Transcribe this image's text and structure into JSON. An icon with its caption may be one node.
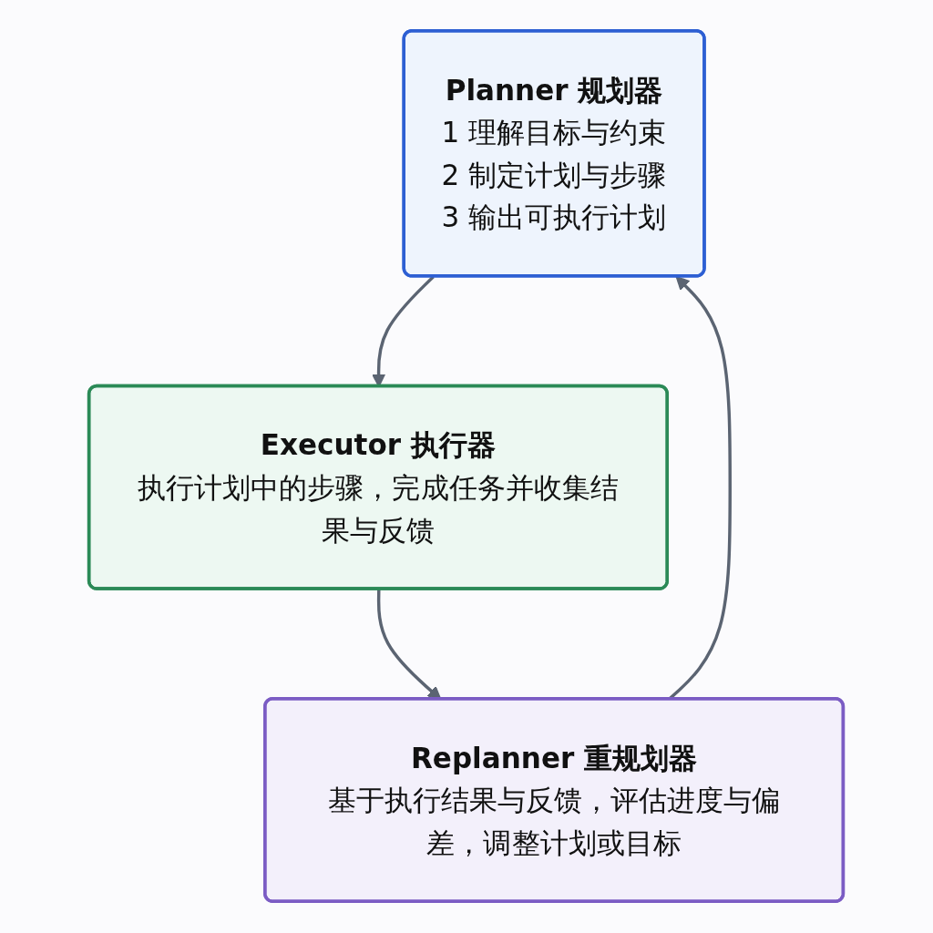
{
  "diagram": {
    "nodes": [
      {
        "text": [
          "Planner 规划器",
          "1 理解目标与约束",
          "2 制定计划与步骤",
          "3 输出可执行计划"
        ]
      },
      {
        "text": [
          "Executor 执行器",
          "执行计划中的步骤，完成任务并收集结果与反馈"
        ]
      },
      {
        "text": [
          "Replanner 重规划器",
          "基于执行结果与反馈，评估进度与偏差，调整计划或目标"
        ]
      }
    ],
    "edges": [
      {
        "from": 0,
        "to": 1,
        "arrow": "to"
      },
      {
        "from": 1,
        "to": 2,
        "arrow": "to"
      },
      {
        "from": 2,
        "to": 0,
        "arrow": "to"
      }
    ]
  }
}
